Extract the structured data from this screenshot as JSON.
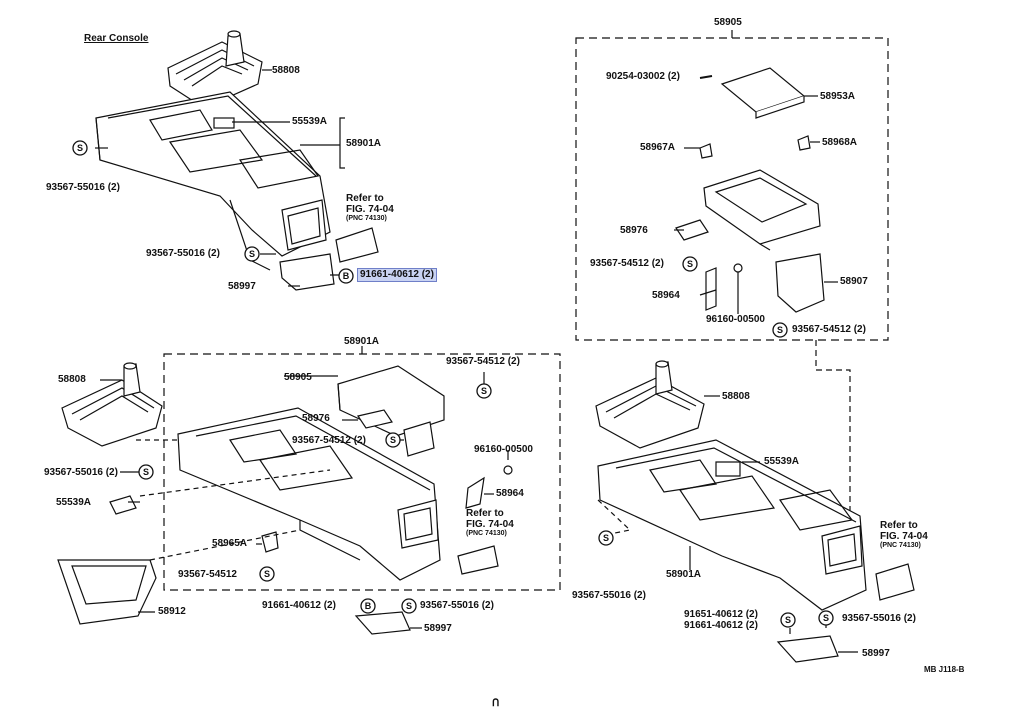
{
  "diagram": {
    "title": "Rear Console",
    "footer_code": "MB J118-B",
    "footer_mark": "ᑎ",
    "labels": {
      "p58808_a": "58808",
      "p55539A_a": "55539A",
      "p58901A_a": "58901A",
      "p93567_55016_a": "93567-55016 (2)",
      "p93567_55016_b": "93567-55016 (2)",
      "p91661_40612_a": "91661-40612 (2)",
      "p58997_a": "58997",
      "refer_a_1": "Refer to",
      "refer_a_2": "FIG. 74-04",
      "refer_a_3": "(PNC 74130)",
      "p58905": "58905",
      "p90254": "90254-03002 (2)",
      "p58953A": "58953A",
      "p58967A": "58967A",
      "p58968A": "58968A",
      "p58976_r": "58976",
      "p93567_54512_r1": "93567-54512 (2)",
      "p58907": "58907",
      "p58964_r": "58964",
      "p96160_r": "96160-00500",
      "p93567_54512_r2": "93567-54512 (2)",
      "p58901A_b": "58901A",
      "p58808_b": "58808",
      "p58905_b": "58905",
      "p93567_54512_m1": "93567-54512 (2)",
      "p58976_b": "58976",
      "p93567_54512_m2": "93567-54512 (2)",
      "p96160_m": "96160-00500",
      "p58964_m": "58964",
      "p93567_55016_c": "93567-55016 (2)",
      "p55539A_b": "55539A",
      "refer_b_1": "Refer to",
      "refer_b_2": "FIG. 74-04",
      "refer_b_3": "(PNC 74130)",
      "p58965A": "58965A",
      "p93567_54512_m3": "93567-54512",
      "p58912": "58912",
      "p91661_40612_b": "91661-40612 (2)",
      "p93567_55016_d": "93567-55016 (2)",
      "p58997_b": "58997",
      "p58808_c": "58808",
      "p55539A_c": "55539A",
      "p93567_55016_e": "93567-55016 (2)",
      "p58901A_c": "58901A",
      "refer_c_1": "Refer to",
      "refer_c_2": "FIG. 74-04",
      "refer_c_3": "(PNC 74130)",
      "p91651_40612": "91651-40612 (2)",
      "p91661_40612_c": "91661-40612 (2)",
      "p93567_55016_f": "93567-55016 (2)",
      "p58997_c": "58997"
    },
    "symbols": {
      "screw_s": "S",
      "bolt_b": "B"
    },
    "highlight_color": "#c9d3f2"
  }
}
